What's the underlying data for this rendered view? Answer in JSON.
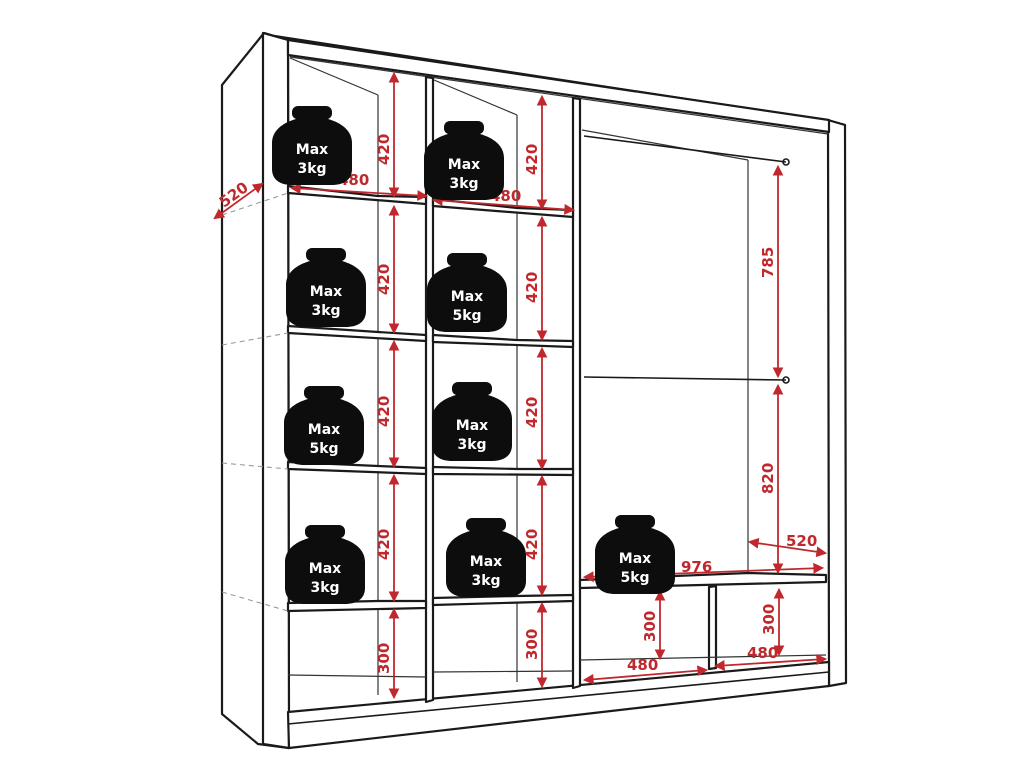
{
  "colors": {
    "dimension": "#c0282d",
    "outline": "#1a1a1a",
    "weight": "#0d0d0d"
  },
  "dimensions": {
    "depth_top_left": "520",
    "shelf_width_left": "480",
    "shelf_width_middle": "480",
    "left_col_heights": [
      "420",
      "420",
      "420",
      "420",
      "300"
    ],
    "middle_col_heights": [
      "420",
      "420",
      "420",
      "420",
      "300"
    ],
    "hanging_upper": "785",
    "hanging_lower": "820",
    "right_depth": "520",
    "right_width": "976",
    "drawer_height_left": "300",
    "drawer_height_right": "300",
    "drawer_width_left": "480",
    "drawer_width_right": "480"
  },
  "load_labels": [
    {
      "line1": "Max",
      "line2": "3kg"
    },
    {
      "line1": "Max",
      "line2": "3kg"
    },
    {
      "line1": "Max",
      "line2": "3kg"
    },
    {
      "line1": "Max",
      "line2": "5kg"
    },
    {
      "line1": "Max",
      "line2": "5kg"
    },
    {
      "line1": "Max",
      "line2": "3kg"
    },
    {
      "line1": "Max",
      "line2": "3kg"
    },
    {
      "line1": "Max",
      "line2": "3kg"
    },
    {
      "line1": "Max",
      "line2": "5kg"
    }
  ]
}
